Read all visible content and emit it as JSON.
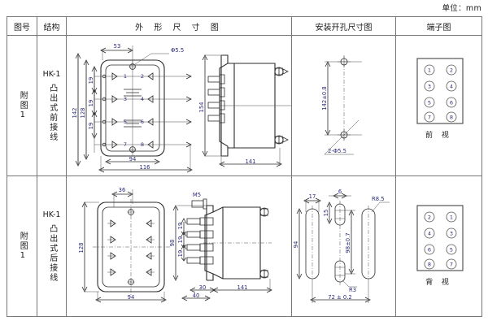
{
  "unit_note": "单位：mm",
  "table": {
    "headers": [
      {
        "key": "fig_no",
        "label": "图号"
      },
      {
        "key": "structure",
        "label": "结构"
      },
      {
        "key": "outline",
        "label": "外 形 尺 寸 图"
      },
      {
        "key": "mounting",
        "label": "安装开孔尺寸图"
      },
      {
        "key": "terminal",
        "label": "端子图"
      }
    ],
    "rows": [
      {
        "fig_no": "附图1",
        "structure_code": "HK-1",
        "structure_text": "凸出式前接线",
        "outline": {
          "front_dims": {
            "top_width": "53",
            "hole_note": "Φ5.5",
            "height_outer": "142",
            "height_inner": "128",
            "pitch": [
              "19",
              "19",
              "19"
            ],
            "width_inner": "94",
            "width_outer": "116"
          },
          "side_dims": {
            "height": "154",
            "depth": "141"
          },
          "terminals": [
            "1",
            "2",
            "3",
            "4",
            "5",
            "6",
            "7",
            "8"
          ]
        },
        "mounting": {
          "vertical": "142±0.8",
          "hole_note": "2-Φ5.5"
        },
        "terminal_diagram": {
          "pairs": [
            [
              "1",
              "2"
            ],
            [
              "3",
              "4"
            ],
            [
              "5",
              "6"
            ],
            [
              "7",
              "8"
            ]
          ],
          "view_label": "前 视"
        }
      },
      {
        "fig_no": "附图1",
        "structure_code": "HK-1",
        "structure_text": "凸出式后接线",
        "outline": {
          "front_dims": {
            "top_width": "36",
            "height_outer": "128",
            "width_outer": "94"
          },
          "side_dims": {
            "thread": "M5",
            "height": "98",
            "pitch": [
              "19",
              "19",
              "19"
            ],
            "flange": "30",
            "base": "40",
            "depth": "141"
          }
        },
        "mounting": {
          "slot_width": "17",
          "slot_height": "94",
          "center_width": "6",
          "center_height": "15",
          "radius_big": "R8.5",
          "radius_small": "R3",
          "vertical": "98±0.7",
          "horizontal": "72±0.2"
        },
        "terminal_diagram": {
          "pairs": [
            [
              "2",
              "1"
            ],
            [
              "4",
              "3"
            ],
            [
              "6",
              "5"
            ],
            [
              "8",
              "7"
            ]
          ],
          "view_label": "背 视"
        }
      }
    ]
  }
}
